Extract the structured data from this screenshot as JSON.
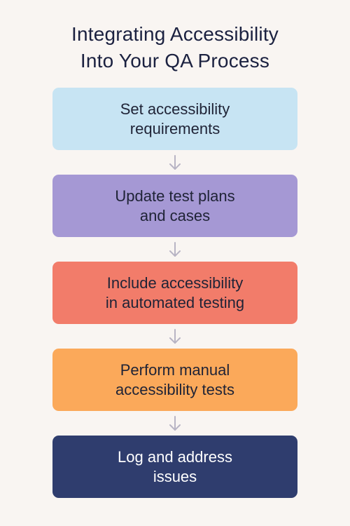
{
  "title": {
    "line1": "Integrating Accessibility",
    "line2": "Into Your QA Process"
  },
  "colors": {
    "background": "#f9f5f2",
    "arrow": "#b8b4c4",
    "step1": "#c7e4f3",
    "step2": "#a598d4",
    "step3": "#f27c6a",
    "step4": "#fba95a",
    "step5": "#2f3d6e"
  },
  "steps": [
    {
      "line1": "Set accessibility",
      "line2": "requirements"
    },
    {
      "line1": "Update test plans",
      "line2": "and cases"
    },
    {
      "line1": "Include accessibility",
      "line2": "in automated testing"
    },
    {
      "line1": "Perform manual",
      "line2": "accessibility tests"
    },
    {
      "line1": "Log and address",
      "line2": "issues"
    }
  ]
}
